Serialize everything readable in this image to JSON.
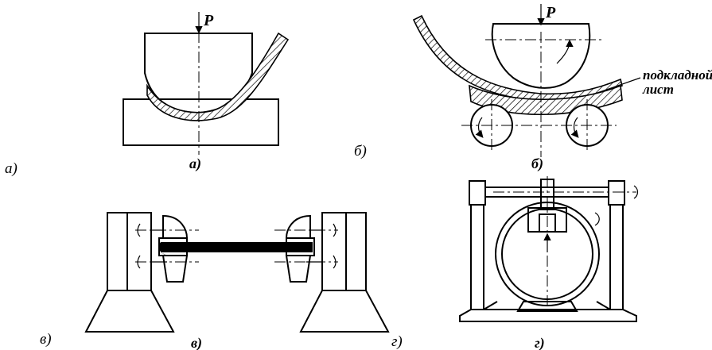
{
  "labels": {
    "side_a": "а)",
    "side_b": "б)",
    "side_v": "в)",
    "side_g": "г)",
    "cap_a": "а)",
    "cap_b": "б)",
    "cap_v": "в)",
    "cap_g": "г)",
    "force_a": "P",
    "force_b": "P",
    "note_line1": "подкладной",
    "note_line2": "лист"
  }
}
